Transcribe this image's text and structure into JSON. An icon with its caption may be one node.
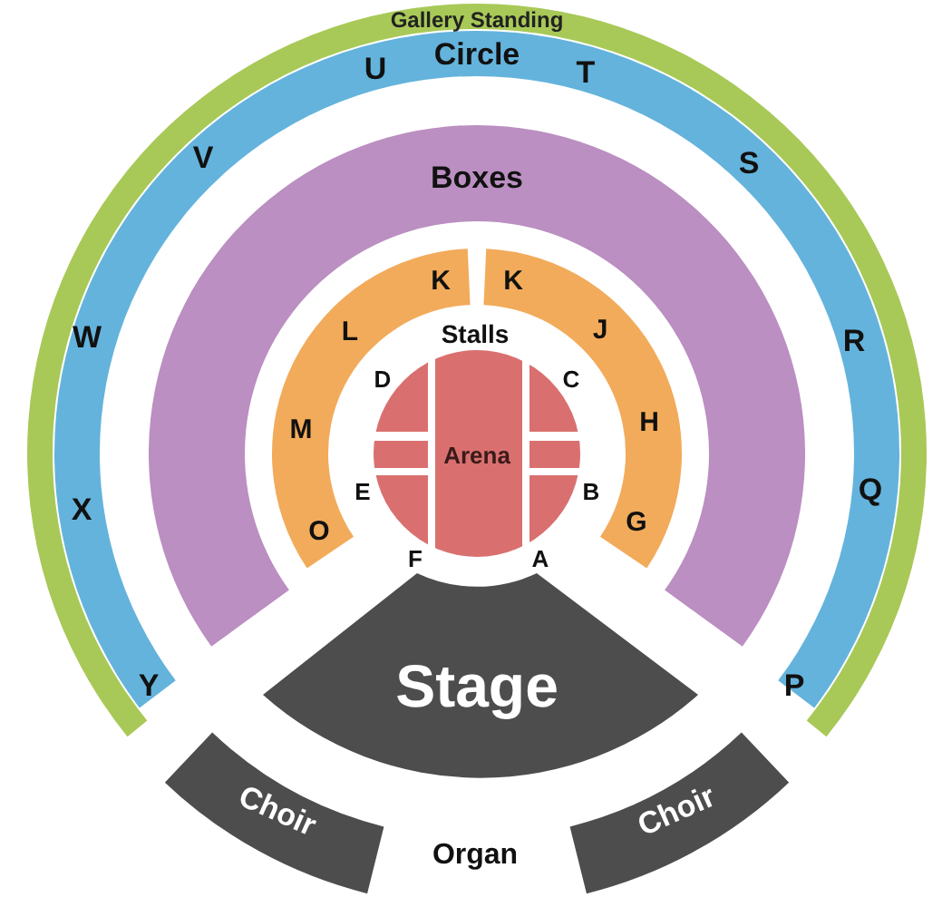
{
  "diagram": {
    "nodes": [
      {
        "text": [
          "Gallery Standing"
        ]
      },
      {
        "text": [
          "Circle",
          "U",
          "T",
          "V",
          "S",
          "W",
          "R",
          "X",
          "Q",
          "Y",
          "P"
        ]
      },
      {
        "text": [
          "Boxes"
        ]
      },
      {
        "text": [
          "K",
          "L",
          "M",
          "O"
        ]
      },
      {
        "text": [
          "K",
          "J",
          "H",
          "G"
        ]
      },
      {
        "text": [
          "Arena"
        ]
      },
      {
        "text": [
          "Stage"
        ]
      },
      {
        "text": [
          "Choir"
        ]
      },
      {
        "text": [
          "Choir"
        ]
      }
    ],
    "edges": [],
    "labels": [
      "Stalls",
      "D",
      "C",
      "E",
      "B",
      "F",
      "A",
      "Organ"
    ]
  }
}
